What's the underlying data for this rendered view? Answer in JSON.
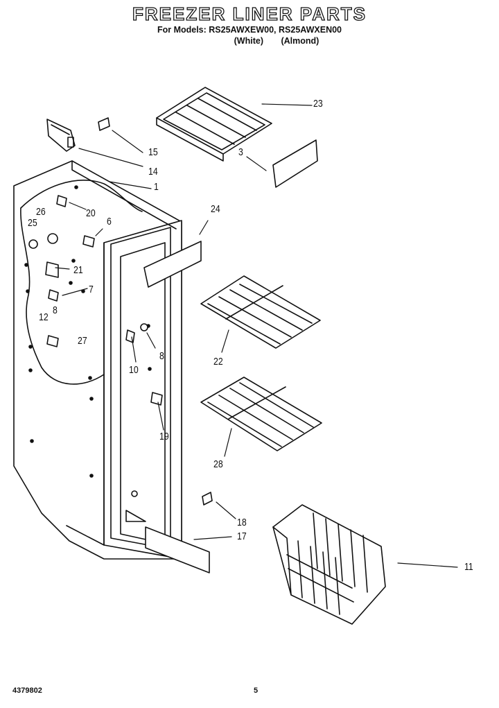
{
  "header": {
    "title": "FREEZER LINER PARTS",
    "models": "For Models: RS25AWXEW00, RS25AWXEN00",
    "color_white": "(White)",
    "color_almond": "(Almond)"
  },
  "callouts": [
    "23",
    "15",
    "3",
    "14",
    "1",
    "24",
    "26",
    "20",
    "25",
    "6",
    "21",
    "7",
    "8",
    "12",
    "27",
    "10",
    "8",
    "22",
    "19",
    "28",
    "18",
    "17",
    "11"
  ],
  "footer": {
    "part_number": "4379802",
    "page": "5"
  }
}
